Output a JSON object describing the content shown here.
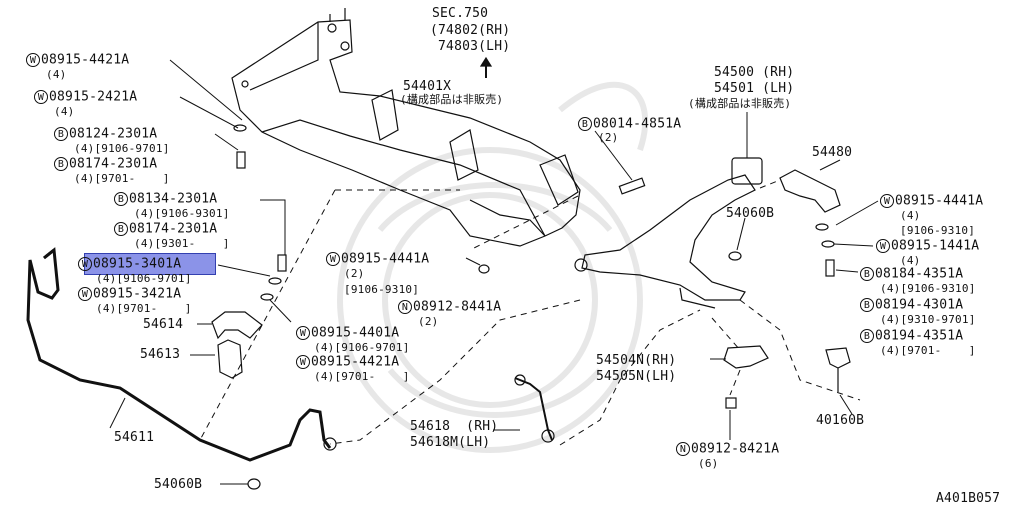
{
  "diagram": {
    "code": "A401B057",
    "sec": {
      "title": "SEC.750",
      "rh": "(74802(RH)",
      "lh": " 74803(LH)"
    },
    "crossmember": {
      "part": "54401X",
      "note": "(構成部品は非販売)"
    },
    "lower_arm": {
      "rh": "54500 (RH)",
      "lh": "54501 (LH)",
      "note": "(構成部品は非販売)"
    },
    "parts": {
      "p_4421_top": {
        "prefix": "W",
        "num": "08915-4421A",
        "qty": "(4)"
      },
      "p_2421": {
        "prefix": "W",
        "num": "08915-2421A",
        "qty": "(4)"
      },
      "p_2301a": {
        "prefix": "B",
        "num": "08124-2301A",
        "qty": "(4)[9106-9701]"
      },
      "p_2301b": {
        "prefix": "B",
        "num": "08174-2301A",
        "qty": "(4)[9701-    ]"
      },
      "p_2301c": {
        "prefix": "B",
        "num": "08134-2301A",
        "qty": "(4)[9106-9301]"
      },
      "p_2301d": {
        "prefix": "B",
        "num": "08174-2301A",
        "qty": "(4)[9301-    ]"
      },
      "p_3401": {
        "prefix": "W",
        "num": "08915-3401A",
        "qty": "(4)[9106-9701]"
      },
      "p_3421": {
        "prefix": "W",
        "num": "08915-3421A",
        "qty": "(4)[9701-    ]"
      },
      "p_54614": {
        "num": "54614"
      },
      "p_54613": {
        "num": "54613"
      },
      "p_54611": {
        "num": "54611"
      },
      "p_54060b_bot": {
        "num": "54060B"
      },
      "p_4441_mid": {
        "prefix": "W",
        "num": "08915-4441A",
        "qty": "(2)",
        "date": "[9106-9310]"
      },
      "p_8441": {
        "prefix": "N",
        "num": "08912-8441A",
        "qty": "(2)"
      },
      "p_4401": {
        "prefix": "W",
        "num": "08915-4401A",
        "qty": "(4)[9106-9701]"
      },
      "p_4421_low": {
        "prefix": "W",
        "num": "08915-4421A",
        "qty": "(4)[9701-    ]"
      },
      "p_4851": {
        "prefix": "B",
        "num": "08014-4851A",
        "qty": "(2)"
      },
      "p_54480": {
        "num": "54480"
      },
      "p_54060b_top": {
        "num": "54060B"
      },
      "p_4441_r": {
        "prefix": "W",
        "num": "08915-4441A",
        "qty": "(4)",
        "date": "[9106-9310]"
      },
      "p_1441": {
        "prefix": "W",
        "num": "08915-1441A",
        "qty": "(4)"
      },
      "p_4351a": {
        "prefix": "B",
        "num": "08184-4351A",
        "qty": "(4)[9106-9310]"
      },
      "p_4301": {
        "prefix": "B",
        "num": "08194-4301A",
        "qty": "(4)[9310-9701]"
      },
      "p_4351b": {
        "prefix": "B",
        "num": "08194-4351A",
        "qty": "(4)[9701-    ]"
      },
      "p_54504": {
        "rh": "54504N(RH)",
        "lh": "54505N(LH)"
      },
      "p_54618": {
        "rh": "54618  (RH)",
        "lh": "54618M(LH)"
      },
      "p_40160b": {
        "num": "40160B"
      },
      "p_8421": {
        "prefix": "N",
        "num": "08912-8421A",
        "qty": "(6)"
      }
    }
  }
}
